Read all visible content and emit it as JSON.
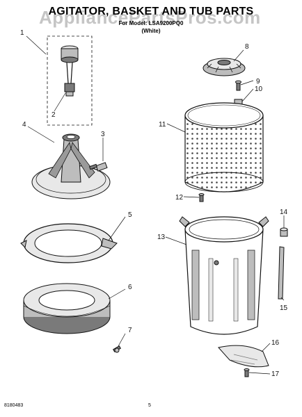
{
  "header": {
    "title": "AGITATOR, BASKET AND TUB PARTS",
    "subtitle": "For Model: LSA9200PQ0",
    "variant": "(White)"
  },
  "watermark": "AppliancePartsPros.com",
  "footer": {
    "doc_number": "8180483",
    "page_number": "5"
  },
  "callouts": [
    "1",
    "2",
    "3",
    "4",
    "5",
    "6",
    "7",
    "8",
    "9",
    "10",
    "11",
    "12",
    "13",
    "14",
    "15",
    "16",
    "17"
  ],
  "colors": {
    "line": "#111111",
    "fill_light": "#e8e8e8",
    "fill_mid": "#bdbdbd",
    "fill_dark": "#7a7a7a",
    "watermark": "#969696"
  }
}
